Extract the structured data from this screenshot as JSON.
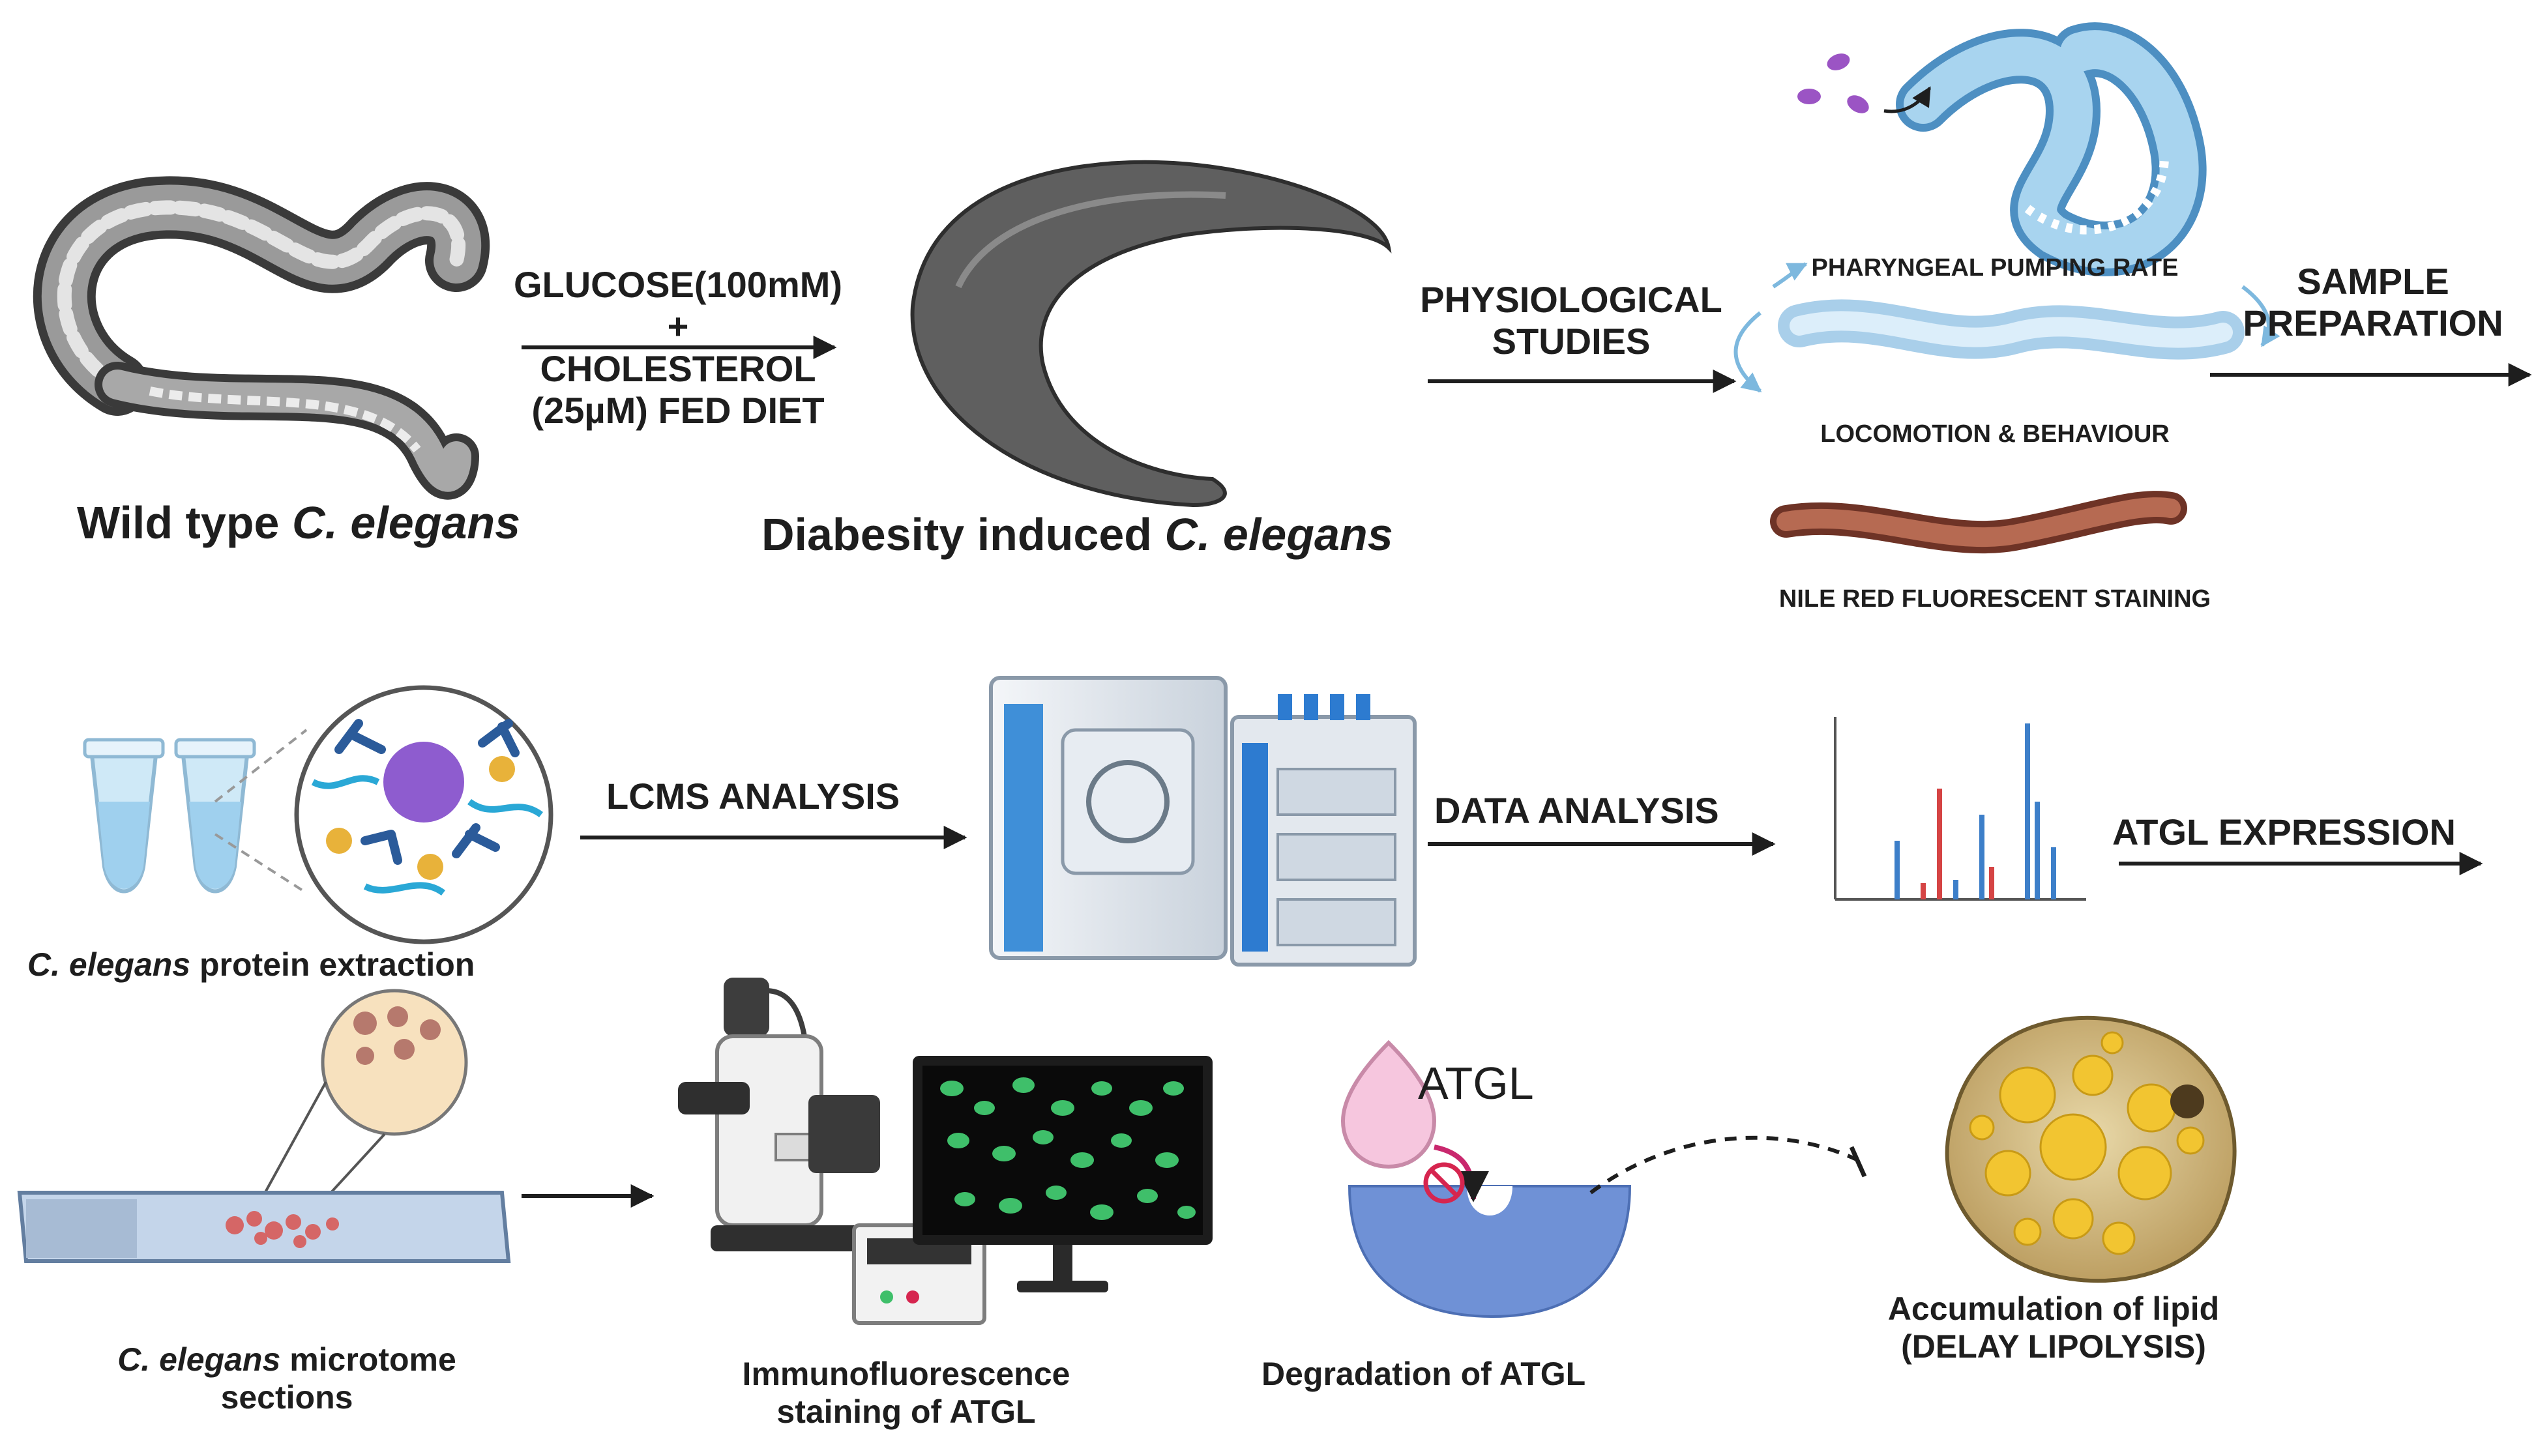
{
  "labels": {
    "diet_line1": "GLUCOSE(100mM)",
    "diet_plus": "+",
    "diet_line2": "CHOLESTEROL",
    "diet_line3": "(25µM) FED DIET",
    "wild_type_prefix": "Wild type ",
    "wild_type_species": "C. elegans",
    "diabesity_prefix": "Diabesity induced ",
    "diabesity_species": "C. elegans",
    "physio_line1": "PHYSIOLOGICAL",
    "physio_line2": "STUDIES",
    "pharyngeal": "PHARYNGEAL PUMPING RATE",
    "locomotion": "LOCOMOTION & BEHAVIOUR",
    "nile_red": "NILE RED FLUORESCENT STAINING",
    "sample_line1": "SAMPLE",
    "sample_line2": "PREPARATION",
    "lcms": "LCMS ANALYSIS",
    "data_analysis": "DATA ANALYSIS",
    "atgl_expression": "ATGL EXPRESSION",
    "protein_species": "C. elegans",
    "protein_suffix": " protein extraction",
    "microtome_species": "C. elegans",
    "microtome_suffix": " microtome",
    "microtome_line2": "sections",
    "immuno_line1": "Immunofluorescence",
    "immuno_line2": "staining of ATGL",
    "atgl_tag": "ATGL",
    "degradation": "Degradation of  ATGL",
    "accum_line1": "Accumulation of lipid",
    "accum_line2": "(DELAY LIPOLYSIS)"
  },
  "icons": {
    "wild_worm": "nematode-icon",
    "curled_worm": "curled-nematode-icon",
    "pumping": "pharynx-worm-icon",
    "locomotion": "swimming-worm-icon",
    "nile": "stained-worm-icon",
    "tubes": "microcentrifuge-tube-icon",
    "protein": "protein-antibody-icon",
    "lcms": "lc-ms-instrument-icon",
    "spectrum": "mass-spectrum-icon",
    "slide": "microscope-slide-icon",
    "microscope": "fluorescence-microscope-icon",
    "monitor": "monitor-icon",
    "enzyme": "enzyme-icon",
    "inhibit": "inhibition-icon",
    "adipocyte": "lipid-droplet-cell-icon"
  },
  "colors": {
    "arrow": "#1e1e1e",
    "worm_grey": "#5f5f5f",
    "worm_blue": "#7db8de",
    "worm_red": "#a0503c",
    "enzyme_blue": "#6f91d6",
    "atgl_pink": "#f6c6de",
    "inhibit_red": "#d6254f",
    "lipid_yellow": "#f2c531",
    "cell_fluor": "#3fbf6a",
    "spectrum_blue": "#3d7fc9",
    "spectrum_red": "#d54444"
  }
}
